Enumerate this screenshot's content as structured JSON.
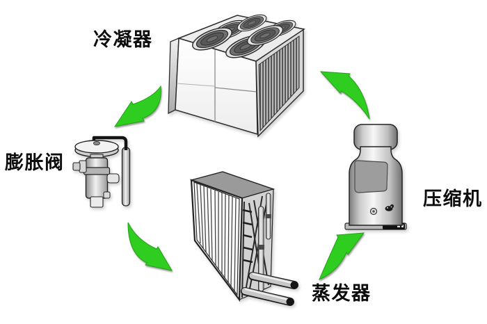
{
  "diagram": {
    "kind": "refrigeration-cycle",
    "background": "#ffffff",
    "arrow_color": "#2fcd20",
    "arrow_edge_color": "#23a317",
    "components": {
      "condenser": {
        "label": "冷凝器"
      },
      "expansion_valve": {
        "label": "膨胀阀"
      },
      "evaporator": {
        "label": "蒸发器"
      },
      "compressor": {
        "label": "压缩机"
      }
    },
    "flows": [
      {
        "from": "condenser",
        "to": "expansion_valve"
      },
      {
        "from": "expansion_valve",
        "to": "evaporator"
      },
      {
        "from": "evaporator",
        "to": "compressor"
      },
      {
        "from": "compressor",
        "to": "condenser"
      }
    ]
  }
}
